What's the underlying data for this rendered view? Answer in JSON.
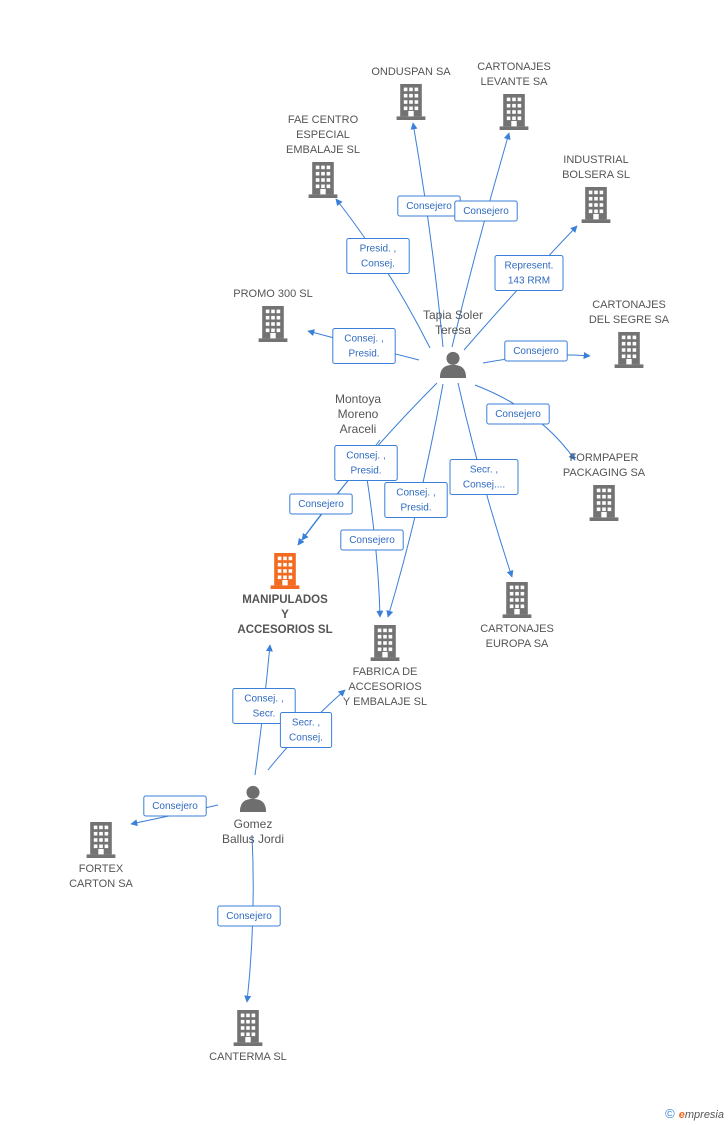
{
  "colors": {
    "edge": "#3a7fd8",
    "building": "#737373",
    "main_building": "#f26b21",
    "person": "#6e6e6e"
  },
  "companies": [
    {
      "id": "onduspan",
      "lines": [
        "ONDUSPAN SA"
      ],
      "main": false
    },
    {
      "id": "cartonajes-levante",
      "lines": [
        "CARTONAJES",
        "LEVANTE SA"
      ],
      "main": false
    },
    {
      "id": "fae",
      "lines": [
        "FAE CENTRO",
        "ESPECIAL",
        "EMBALAJE SL"
      ],
      "main": false
    },
    {
      "id": "industrial-bolsera",
      "lines": [
        "INDUSTRIAL",
        "BOLSERA SL"
      ],
      "main": false
    },
    {
      "id": "promo300",
      "lines": [
        "PROMO 300 SL"
      ],
      "main": false
    },
    {
      "id": "cartonajes-segre",
      "lines": [
        "CARTONAJES",
        "DEL SEGRE SA"
      ],
      "main": false
    },
    {
      "id": "formpaper",
      "lines": [
        "FORMPAPER",
        "PACKAGING SA"
      ],
      "main": false
    },
    {
      "id": "manipulados",
      "lines": [
        "MANIPULADOS",
        "Y",
        "ACCESORIOS SL"
      ],
      "main": true
    },
    {
      "id": "cartonajes-europa",
      "lines": [
        "CARTONAJES",
        "EUROPA SA"
      ],
      "main": false
    },
    {
      "id": "fabrica",
      "lines": [
        "FABRICA DE",
        "ACCESORIOS",
        "Y EMBALAJE SL"
      ],
      "main": false
    },
    {
      "id": "fortex",
      "lines": [
        "FORTEX",
        "CARTON SA"
      ],
      "main": false
    },
    {
      "id": "canterma",
      "lines": [
        "CANTERMA SL"
      ],
      "main": false
    }
  ],
  "persons": [
    {
      "id": "tapia",
      "lines": [
        "Tapia Soler",
        "Teresa"
      ]
    },
    {
      "id": "montoya",
      "lines": [
        "Montoya",
        "Moreno",
        "Araceli"
      ]
    },
    {
      "id": "gomez",
      "lines": [
        "Gomez",
        "Ballus Jordi"
      ]
    }
  ],
  "edges": [
    {
      "from": "tapia",
      "to": "onduspan",
      "label": [
        "Consejero"
      ]
    },
    {
      "from": "tapia",
      "to": "cartonajes-levante",
      "label": [
        "Consejero"
      ]
    },
    {
      "from": "tapia",
      "to": "fae",
      "label": [
        "Presid. ,",
        "Consej."
      ]
    },
    {
      "from": "tapia",
      "to": "industrial-bolsera",
      "label": [
        "Represent.",
        "143 RRM"
      ]
    },
    {
      "from": "tapia",
      "to": "promo300",
      "label": [
        "Consej. ,",
        "Presid."
      ]
    },
    {
      "from": "tapia",
      "to": "cartonajes-segre",
      "label": [
        "Consejero"
      ]
    },
    {
      "from": "tapia",
      "to": "formpaper",
      "label": [
        "Consejero"
      ]
    },
    {
      "from": "tapia",
      "to": "cartonajes-europa",
      "label": [
        "Secr. ,",
        "Consej...."
      ]
    },
    {
      "from": "tapia",
      "to": "fabrica",
      "label": [
        "Consej. ,",
        "Presid."
      ]
    },
    {
      "from": "tapia",
      "to": "manipulados",
      "label": [
        "Consej. ,",
        "Presid."
      ]
    },
    {
      "from": "montoya",
      "to": "manipulados",
      "label": [
        "Consejero"
      ]
    },
    {
      "from": "montoya",
      "to": "fabrica",
      "label": [
        "Consejero"
      ]
    },
    {
      "from": "gomez",
      "to": "manipulados",
      "label": [
        "Consej. ,",
        "Secr."
      ]
    },
    {
      "from": "gomez",
      "to": "fabrica",
      "label": [
        "Secr. ,",
        "Consej."
      ]
    },
    {
      "from": "gomez",
      "to": "fortex",
      "label": [
        "Consejero"
      ]
    },
    {
      "from": "gomez",
      "to": "canterma",
      "label": [
        "Consejero"
      ]
    }
  ],
  "footer": {
    "copyright": "©",
    "brand_initial": "e",
    "brand_rest": "mpresia"
  }
}
